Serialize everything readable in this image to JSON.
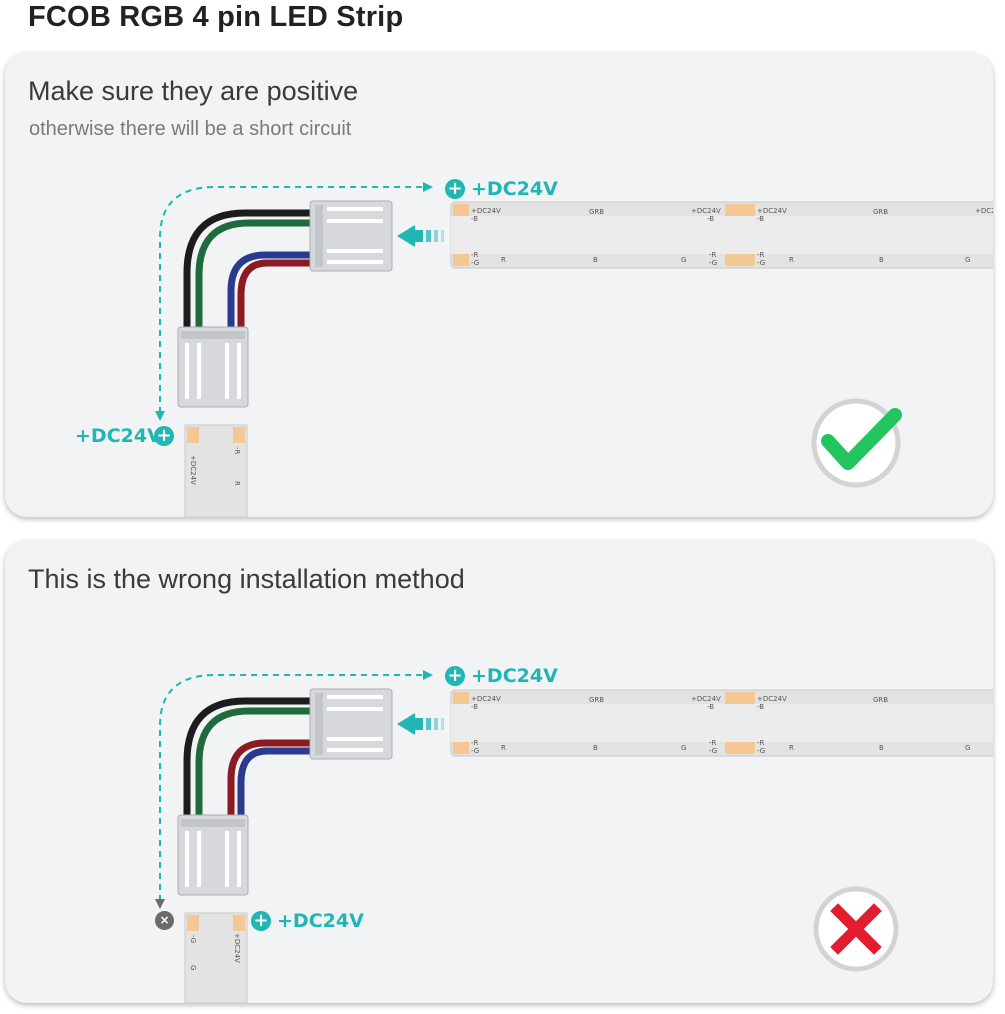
{
  "page": {
    "title": "FCOB RGB 4 pin LED Strip"
  },
  "panels": [
    {
      "heading": "Make sure they are positive",
      "subheading": "otherwise there will be a short circuit",
      "strip_label": "+DC24V",
      "connector_label": "+DC24V",
      "status": "correct",
      "status_icon": "check-icon",
      "status_color": "#22c55e"
    },
    {
      "heading": "This is the wrong installation method",
      "strip_label": "+DC24V",
      "connector_label": "+DC24V",
      "status": "wrong",
      "status_icon": "cross-icon",
      "status_color": "#e11d2e"
    }
  ],
  "strip_markings": {
    "dc": "+DC24V",
    "b": "-B",
    "grb": "GRB",
    "r": "-R",
    "g": "-G",
    "rmark": "R",
    "bmark": "B",
    "gmark": "G"
  },
  "colors": {
    "accent": "#1fb6b4",
    "panel_bg": "#f2f3f4",
    "wire_black": "#1c1c1c",
    "wire_green": "#1f6b3d",
    "wire_red": "#8b1a22",
    "wire_blue": "#2c3a8e",
    "pad": "#f3c892"
  }
}
